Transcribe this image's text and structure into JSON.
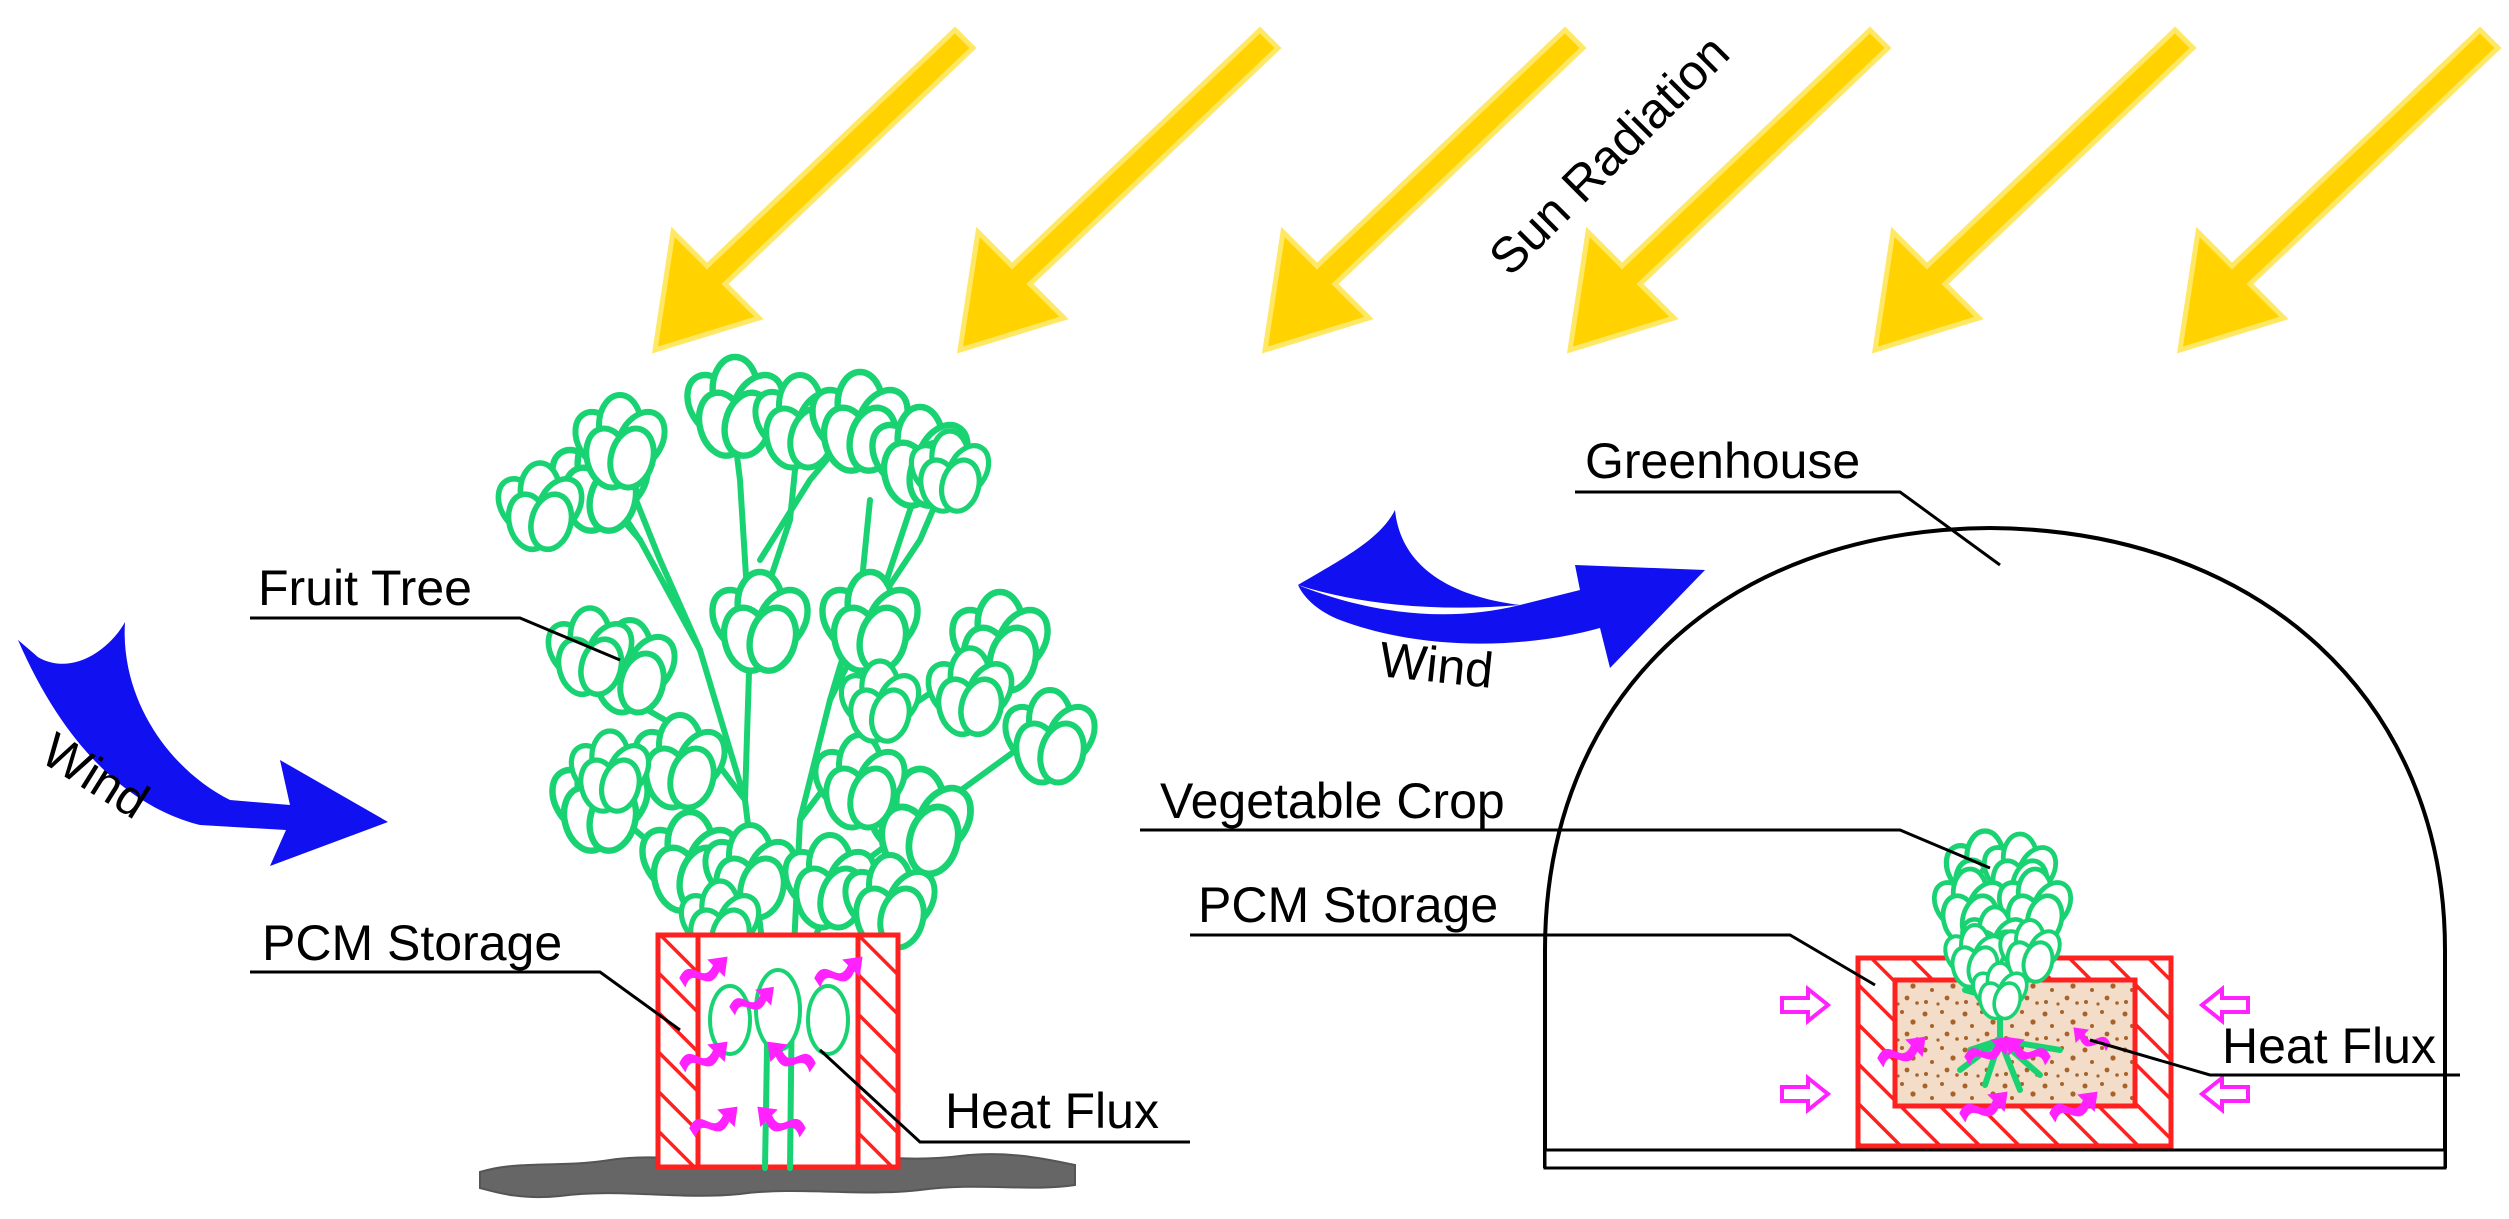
{
  "labels": {
    "sun_radiation": "Sun Radiation",
    "wind_left": "Wind",
    "wind_right": "Wind",
    "fruit_tree": "Fruit Tree",
    "pcm_storage_left": "PCM Storage",
    "heat_flux_left": "Heat Flux",
    "greenhouse": "Greenhouse",
    "vegetable_crop": "Vegetable Crop",
    "pcm_storage_right": "PCM Storage",
    "heat_flux_right": "Heat Flux"
  },
  "colors": {
    "sun_arrow": "#ffd200",
    "sun_arrow_edge": "#ffe866",
    "wind_arrow": "#1010f0",
    "plant": "#19d272",
    "pcm_box": "#ff2020",
    "heat_arrow": "#ff22ff",
    "soil_fill": "#f3dcc8",
    "soil_dots": "#a8632a",
    "ground": "#666666",
    "outline": "#000000"
  },
  "icons": {
    "sun": "sun-ray-arrow",
    "wind": "curved-wind-arrow",
    "heat": "heat-flux-arrow"
  }
}
